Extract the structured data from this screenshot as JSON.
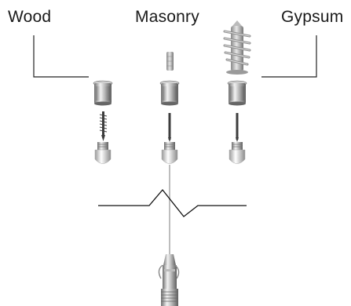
{
  "labels": {
    "wood": "Wood",
    "masonry": "Masonry",
    "gypsum": "Gypsum"
  },
  "colors": {
    "text": "#1a1a1a",
    "line": "#222222",
    "metal_light": "#e8e8e8",
    "metal_dark": "#7a7a7a"
  }
}
